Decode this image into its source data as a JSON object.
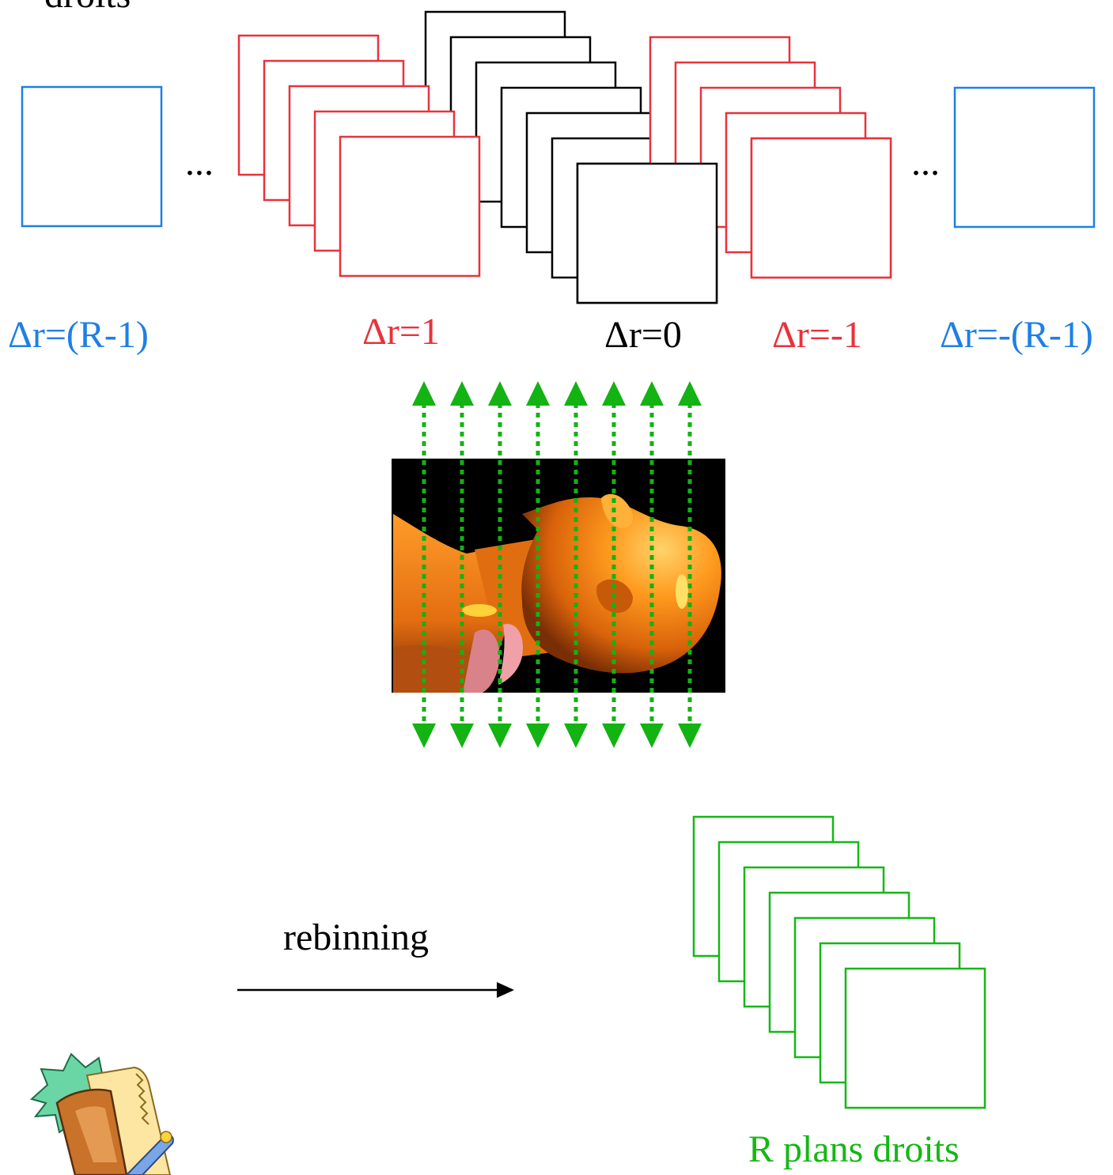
{
  "top_text": "droits",
  "ellipsis_left": "...",
  "ellipsis_right": "...",
  "labels": {
    "dr_r_minus_1": "Δr=(R-1)",
    "dr_1": "Δr=1",
    "dr_0": "Δr=0",
    "dr_minus_1": "Δr=-1",
    "dr_minus_r_minus_1": "Δr=-(R-1)"
  },
  "rebinning_label": "rebinning",
  "output_label": "R plans droits",
  "colors": {
    "blue": "#1e7fe6",
    "red": "#e8323c",
    "black": "#000000",
    "green": "#14b814",
    "green_arrow": "#12b312"
  },
  "icons": [
    "notebook-clipart-icon"
  ]
}
